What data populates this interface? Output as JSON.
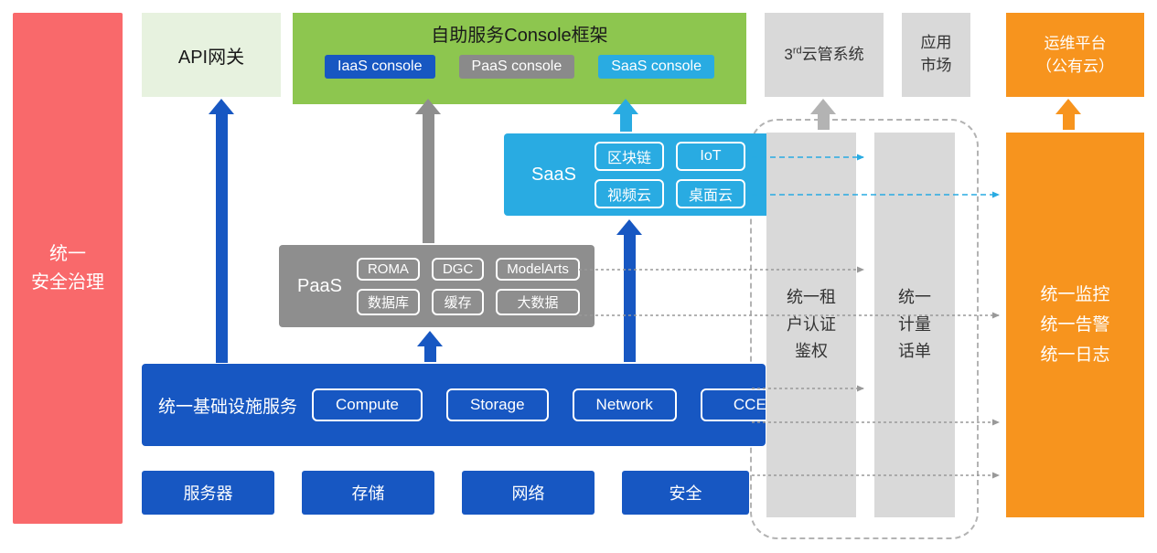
{
  "colors": {
    "blue": "#1757C2",
    "green": "#8DC64F",
    "light_green": "#E7F2DF",
    "cyan": "#29ABE2",
    "gray": "#8E8E8E",
    "light_gray": "#D9D9D9",
    "orange": "#F7941E",
    "red": "#F9696B"
  },
  "security_bar": {
    "label": "统一\n安全治理"
  },
  "api_gateway": {
    "label": "API网关"
  },
  "console_framework": {
    "title": "自助服务Console框架",
    "consoles": [
      {
        "label": "IaaS console"
      },
      {
        "label": "PaaS console"
      },
      {
        "label": "SaaS console"
      }
    ]
  },
  "third_party_cloud": {
    "num": "3",
    "sup": "rd",
    "rest": "云管系统"
  },
  "app_market": {
    "label": "应用\n市场"
  },
  "om_platform": {
    "label": "运维平台\n（公有云）"
  },
  "saas": {
    "label": "SaaS",
    "items": [
      "区块链",
      "IoT",
      "视频云",
      "桌面云"
    ]
  },
  "paas": {
    "label": "PaaS",
    "items": [
      "ROMA",
      "DGC",
      "ModelArts",
      "数据库",
      "缓存",
      "大数据"
    ]
  },
  "infrastructure": {
    "label": "统一基础设施服务",
    "items": [
      "Compute",
      "Storage",
      "Network",
      "CCE"
    ]
  },
  "hardware": {
    "items": [
      "服务器",
      "存储",
      "网络",
      "安全"
    ]
  },
  "auth": {
    "label": "统一租\n户认证\n鉴权"
  },
  "metering": {
    "label": "统一\n计量\n话单"
  },
  "monitoring": {
    "label": "统一监控\n统一告警\n统一日志"
  }
}
